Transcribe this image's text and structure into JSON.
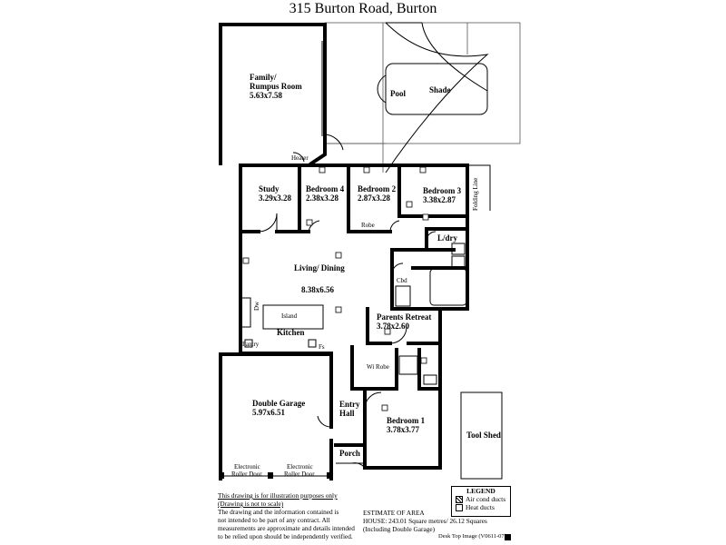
{
  "title": "315 Burton Road,  Burton",
  "rooms": {
    "family": {
      "name": "Family/",
      "name2": "Rumpus Room",
      "size": "5.63x7.58"
    },
    "pool": "Pool",
    "shade": "Shade",
    "study": {
      "name": "Study",
      "size": "3.29x3.28"
    },
    "bed4": {
      "name": "Bedroom 4",
      "size": "2.38x3.28"
    },
    "bed2": {
      "name": "Bedroom 2",
      "size": "2.87x3.28"
    },
    "bed3": {
      "name": "Bedroom 3",
      "size": "3.38x2.87"
    },
    "living": {
      "name": "Living/ Dining",
      "size": "8.38x6.56"
    },
    "parents": {
      "name": "Parents Retreat",
      "size": "3.78x2.60"
    },
    "garage": {
      "name": "Double Garage",
      "size": "5.97x6.51"
    },
    "bed1": {
      "name": "Bedroom 1",
      "size": "3.78x3.77"
    },
    "entry": {
      "name": "Entry",
      "name2": "Hall"
    },
    "tool": "Tool Shed"
  },
  "labels": {
    "heater": "Heater",
    "robe": "Robe",
    "folding": "Folding Line",
    "ldry": "L/dry",
    "cbd": "Cbd",
    "island": "Island",
    "kitchen": "Kitchen",
    "pantry": "Pantry",
    "fs": "Fs",
    "dw": "Dw",
    "wirobe": "Wi Robe",
    "porch": "Porch",
    "door1a": "Electronic",
    "door1b": "Roller Door",
    "door2a": "Electronic",
    "door2b": "Roller Door"
  },
  "notes": {
    "line1": "This drawing is for illustration purposes only",
    "line2": "(Drawing is not to scale)",
    "line3": "The drawing and the information contained is",
    "line4": "not intended to be part of any contract.  All",
    "line5": "measurements are approximate and details intended",
    "line6": "to be relied upon should be independently verified."
  },
  "estimate": {
    "line1": "ESTIMATE OF AREA",
    "line2": "HOUSE: 243.01 Square metres/ 26.12 Squares",
    "line3": "(Including Double Garage)"
  },
  "legend": {
    "title": "LEGEND",
    "air": "Air cond ducts",
    "heat": "Heat ducts"
  },
  "credit": "Desk Top Image  (V0611-07)"
}
